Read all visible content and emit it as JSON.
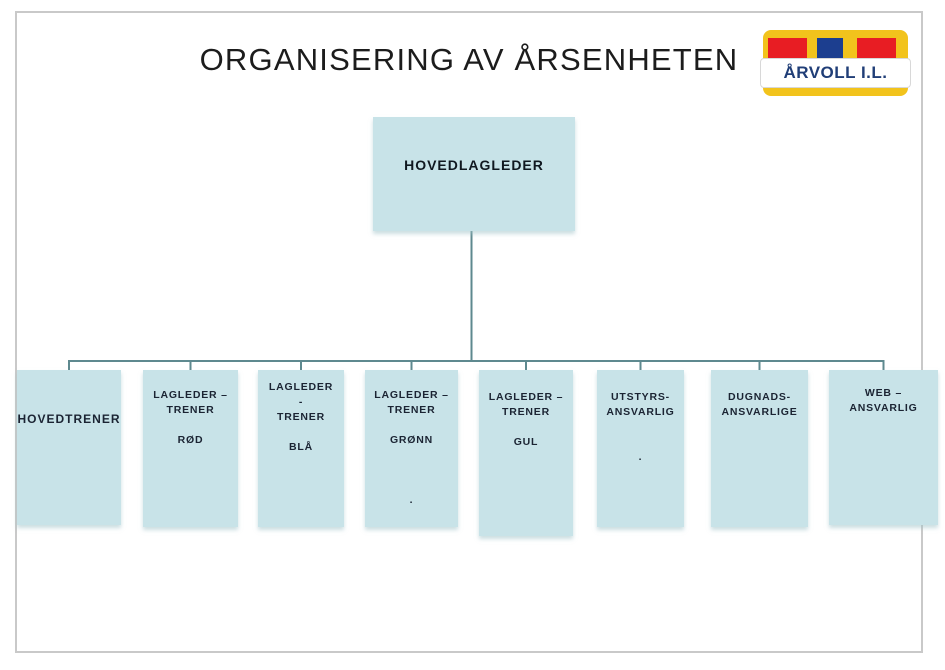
{
  "page": {
    "title": "ORGANISERING AV ÅRSENHETEN"
  },
  "logo": {
    "text": "ÅRVOLL I.L.",
    "colors": {
      "yellow": "#f2c31c",
      "red": "#e81d23",
      "blue": "#1c3e8f",
      "text_blue": "#203e77",
      "band": "#ffffff"
    }
  },
  "chart": {
    "type": "org-chart",
    "box_fill": "#c8e3e8",
    "connector_color": "#5e898f",
    "root": {
      "label": "HOVEDLAGLEDER"
    },
    "children": [
      {
        "label": "HOVEDTRENER",
        "lines": [
          "HOVEDTRENER"
        ]
      },
      {
        "label": "LAGLEDER – TRENER RØD",
        "lines": [
          "LAGLEDER –",
          "TRENER",
          "",
          "RØD"
        ]
      },
      {
        "label": "LAGLEDER - TRENER BLÅ",
        "lines": [
          "LAGLEDER",
          "-",
          "TRENER",
          "",
          "BLÅ"
        ]
      },
      {
        "label": "LAGLEDER – TRENER GRØNN",
        "lines": [
          "LAGLEDER –",
          "TRENER",
          "",
          "GRØNN",
          "",
          "",
          "",
          "."
        ]
      },
      {
        "label": "LAGLEDER – TRENER GUL",
        "lines": [
          "LAGLEDER –",
          "TRENER",
          "",
          "GUL"
        ]
      },
      {
        "label": "UTSTYRS-ANSVARLIG",
        "lines": [
          "UTSTYRS-",
          "ANSVARLIG",
          "",
          "",
          "."
        ]
      },
      {
        "label": "DUGNADS-ANSVARLIGE",
        "lines": [
          "DUGNADS-",
          "ANSVARLIGE"
        ]
      },
      {
        "label": "WEB – ANSVARLIG",
        "lines": [
          "WEB –",
          "ANSVARLIG"
        ]
      }
    ]
  }
}
